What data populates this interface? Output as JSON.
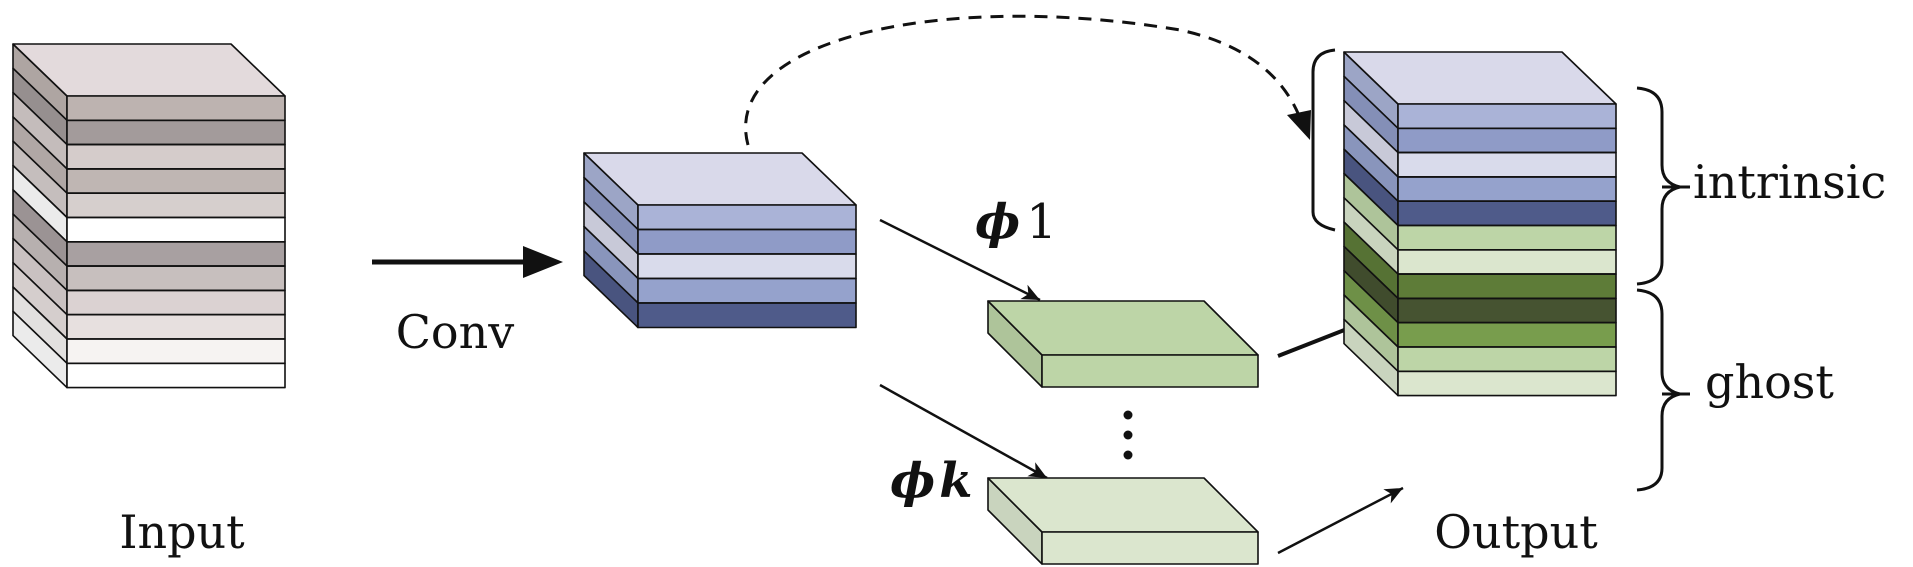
{
  "labels": {
    "input": "Input",
    "conv": "Conv",
    "phi1": "1",
    "phik": "k",
    "phi": "ϕ",
    "output": "Output",
    "intrinsic": "intrinsic",
    "ghost": "ghost"
  },
  "colors": {
    "stroke": "#111111",
    "input_top": "#e3dadc",
    "input_layers": [
      "#e3dadc",
      "#bdb3b0",
      "#a39b9b",
      "#d5cccb",
      "#bfb6b3",
      "#d6cfcd",
      "#ffffff",
      "#a8a0a1",
      "#c7bfbe",
      "#dbd2d2",
      "#e7e0df",
      "#f6f3f2",
      "#ffffff"
    ],
    "conv_top": "#d9d9ea",
    "conv_layers": [
      "#d9d9ea",
      "#aab3d7",
      "#8f9bc7",
      "#d9dbeb",
      "#95a2cc",
      "#4f5b8a"
    ],
    "ghost1": "#bdd5a7",
    "ghostk": "#dbe6ce",
    "output_top": "#d9d9ea",
    "output_layers": [
      "#d9d9ea",
      "#aab3d7",
      "#8f9bc7",
      "#d9dbeb",
      "#95a2cc",
      "#4f5b8a",
      "#bdd5a7",
      "#dbe6ce",
      "#5e7c38",
      "#465331",
      "#789d4d",
      "#bdd5a7",
      "#dbe6ce"
    ]
  }
}
